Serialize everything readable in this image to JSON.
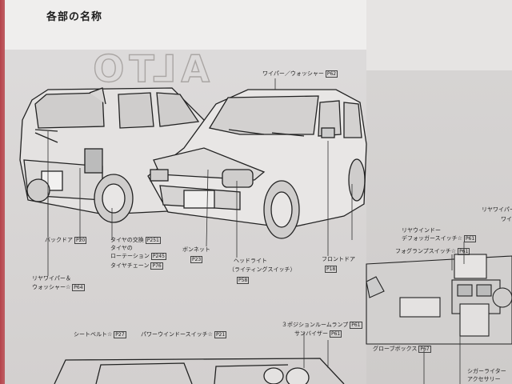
{
  "page": {
    "title": "各部の名称",
    "watermark": "ALTO"
  },
  "labels": {
    "wiper_washer": "ワイパー／ウォッシャー",
    "wiper_washer_ref": "P62",
    "back_door": "バックドア",
    "back_door_ref": "P20",
    "tire_change": "タイヤの交換",
    "tire_change_ref": "P251",
    "tire_rotation_1": "タイヤの",
    "tire_rotation_2": "ローテーション",
    "tire_rotation_ref": "P245",
    "tire_chain": "タイヤチェーン",
    "tire_chain_ref": "P76",
    "bonnet": "ボンネット",
    "bonnet_ref": "P23",
    "rear_wiper_1": "リヤワイパー＆",
    "rear_wiper_2": "ウォッシャー☆",
    "rear_wiper_ref": "P64",
    "headlight_1": "ヘッドライト",
    "headlight_2": "（ライティングスイッチ）",
    "headlight_ref": "P58",
    "front_door": "フロントドア",
    "front_door_ref": "P18",
    "rear_window_1": "リヤウインドー",
    "rear_window_2": "デフォッガースイッチ☆",
    "rear_window_ref": "P61",
    "fog_lamp": "フォグランプスイッチ☆",
    "fog_lamp_ref": "P61",
    "rear_wiper_right": "リヤワイパー",
    "wi_partial": "ワイ",
    "seat_belt": "シートベルト☆",
    "seat_belt_ref": "P27",
    "power_window": "パワーウインドースイッチ☆",
    "power_window_ref": "P21",
    "room_lamp": "３ポジションルームランプ",
    "room_lamp_ref": "P61",
    "sun_visor": "サンバイザー",
    "sun_visor_ref": "P61",
    "glove_box": "グローブボックス",
    "glove_box_ref": "P67",
    "cigar_lighter": "シガーライター",
    "accessory": "アクセサリー"
  }
}
